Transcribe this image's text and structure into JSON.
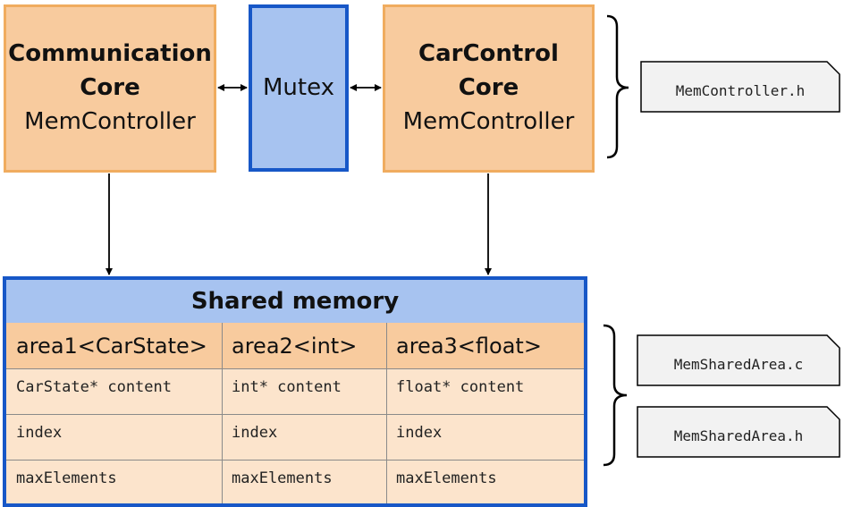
{
  "cores": {
    "communication": {
      "title_line1": "Communication",
      "title_line2": "Core",
      "subtitle": "MemController"
    },
    "mutex": {
      "label": "Mutex"
    },
    "carcontrol": {
      "title": "CarControl Core",
      "subtitle": "MemController"
    }
  },
  "shared_memory": {
    "title": "Shared memory",
    "columns": [
      {
        "header": "area1<CarState>",
        "rows": [
          "CarState* content",
          "index",
          "maxElements"
        ]
      },
      {
        "header": "area2<int>",
        "rows": [
          "int* content",
          "index",
          "maxElements"
        ]
      },
      {
        "header": "area3<float>",
        "rows": [
          "float* content",
          "index",
          "maxElements"
        ]
      }
    ]
  },
  "files": {
    "mem_controller_h": "MemController.h",
    "mem_shared_area_c": "MemSharedArea.c",
    "mem_shared_area_h": "MemSharedArea.h"
  },
  "colors": {
    "core_fill": "#f8cb9e",
    "core_border": "#f0ac5f",
    "blue_fill": "#a7c3f0",
    "blue_border": "#1757c7",
    "cell_fill": "#fce4cc",
    "file_fill": "#f2f2f2"
  }
}
